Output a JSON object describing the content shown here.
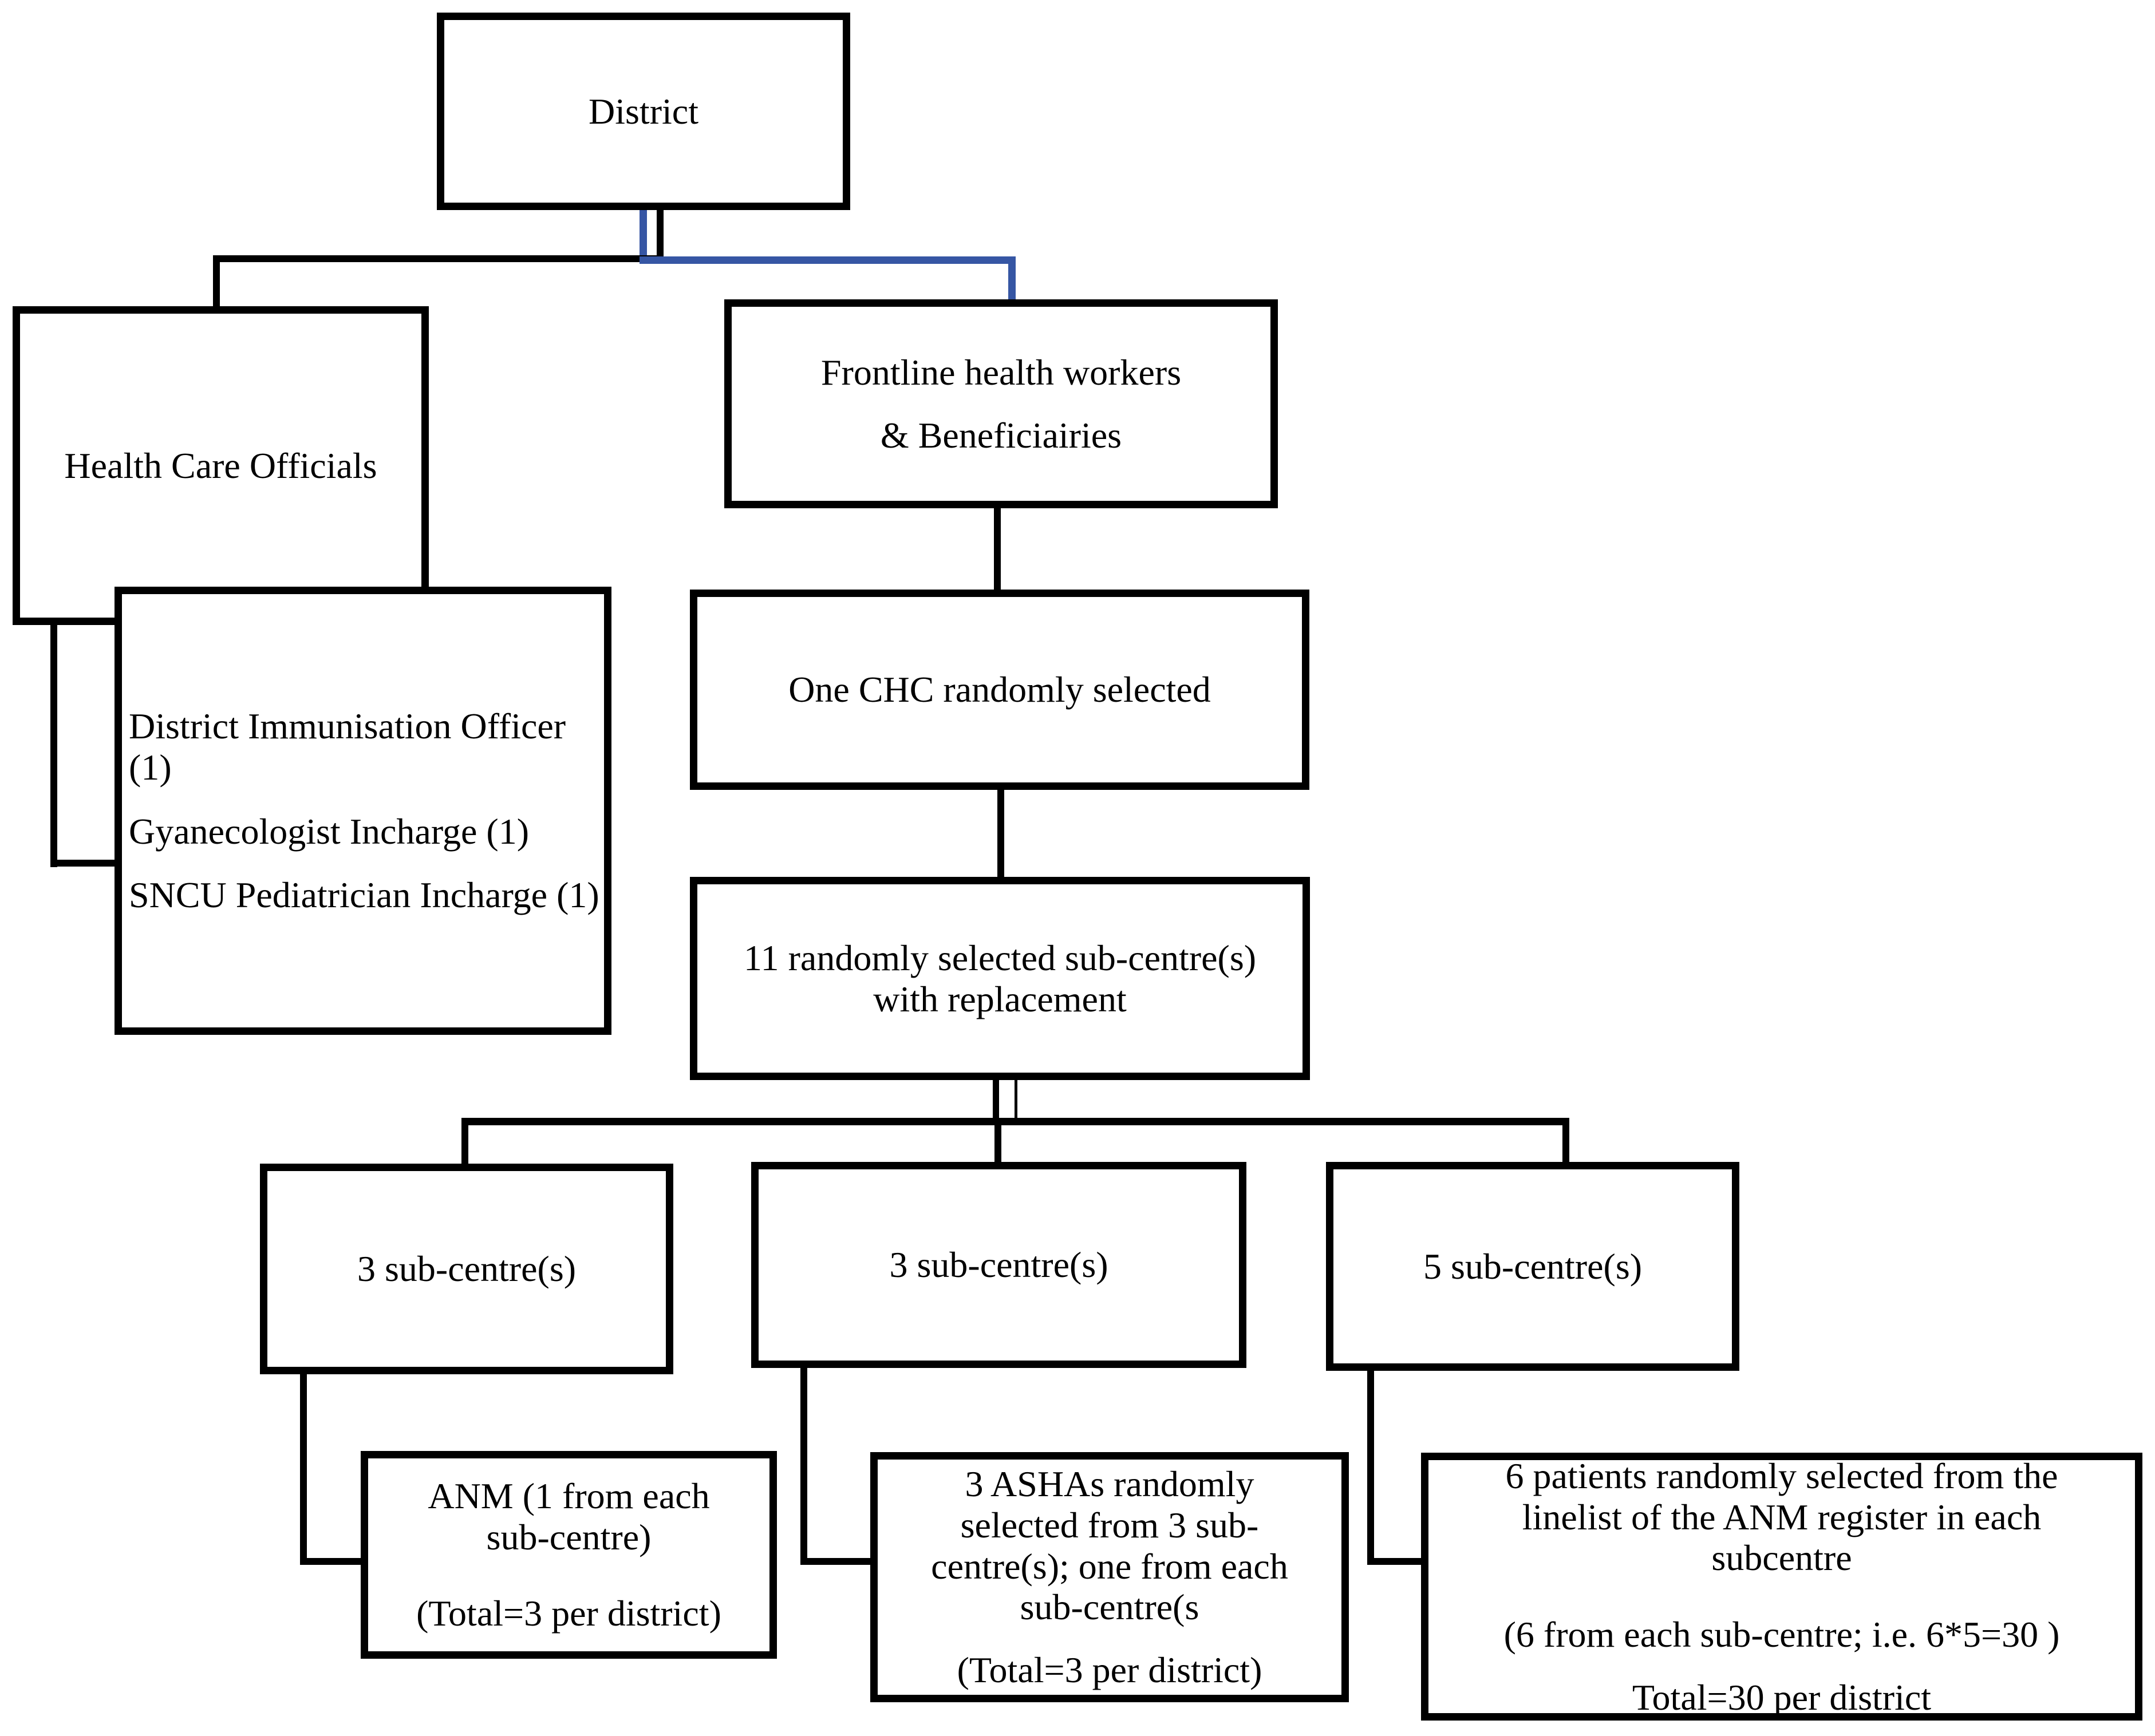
{
  "palette": {
    "line_black": "#000000",
    "accent_blue": "#3656a4",
    "background": "#ffffff"
  },
  "nodes": {
    "district": {
      "label": "District"
    },
    "health_care_officials": {
      "label": "Health Care Officials"
    },
    "frontline_workers": {
      "lines": [
        "Frontline health workers",
        "& Beneficiairies"
      ]
    },
    "officials_detail": {
      "items": [
        "District Immunisation Officer (1)",
        "Gyanecologist Incharge (1)",
        "SNCU Pediatrician Incharge (1)"
      ]
    },
    "chc": {
      "label": "One CHC randomly selected"
    },
    "subcentres_11": {
      "lines": [
        "11 randomly selected sub-centre(s)",
        "with replacement"
      ]
    },
    "subcentres_3_left": {
      "label": "3 sub-centre(s)"
    },
    "subcentres_3_mid": {
      "label": "3 sub-centre(s)"
    },
    "subcentres_5": {
      "label": "5 sub-centre(s)"
    },
    "anm": {
      "lines": [
        "ANM (1 from each",
        "sub-centre)"
      ],
      "total": "(Total=3 per district)"
    },
    "asha": {
      "lines": [
        "3 ASHAs randomly",
        "selected from 3 sub-",
        "centre(s); one from each",
        "sub-centre(s"
      ],
      "total": "(Total=3 per district)"
    },
    "patients": {
      "lines": [
        "6 patients randomly selected from the",
        "linelist of the ANM register in each",
        "subcentre"
      ],
      "note": "(6 from each sub-centre; i.e. 6*5=30 )",
      "total": "Total=30 per district"
    }
  }
}
